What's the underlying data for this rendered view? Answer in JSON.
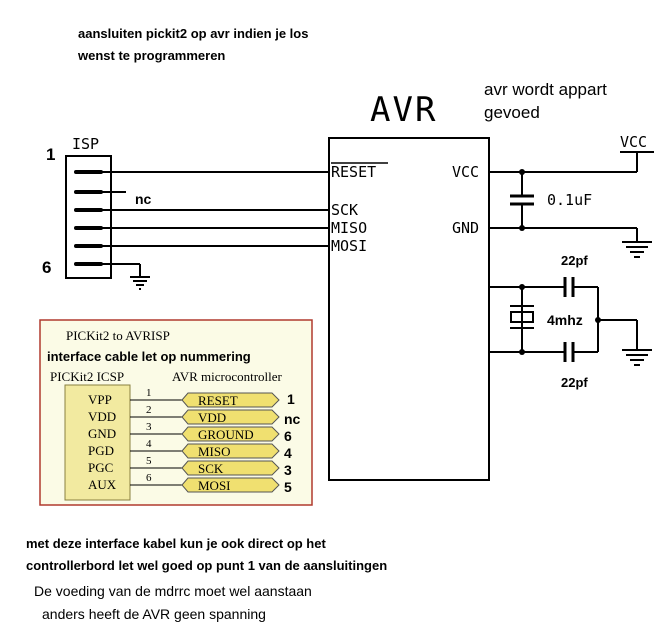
{
  "notes": {
    "top_line1": "aansluiten pickit2 op avr indien je los",
    "top_line2": "wenst te programmeren",
    "power_line1": "avr wordt appart",
    "power_line2": "gevoed",
    "bottom_line1": "met deze interface kabel kun je ook direct op het",
    "bottom_line2": "controllerbord let wel goed op punt 1 van de aansluitingen",
    "bottom_line3": "De voeding van de mdrrc moet wel aanstaan",
    "bottom_line4": "anders heeft de AVR geen spanning"
  },
  "isp": {
    "title": "ISP",
    "pin_first": "1",
    "pin_last": "6",
    "nc_label": "nc"
  },
  "avr": {
    "title": "AVR",
    "pins_left": [
      "RESET",
      "SCK",
      "MISO",
      "MOSI"
    ],
    "pins_right": [
      "VCC",
      "GND"
    ]
  },
  "power": {
    "vcc_label": "VCC",
    "cap_label": "0.1uF"
  },
  "crystal": {
    "freq": "4mhz",
    "cap_top": "22pf",
    "cap_bottom": "22pf"
  },
  "adapter": {
    "title": "PICKit2 to AVRISP",
    "subtitle": "interface cable let op nummering",
    "left_header": "PICKit2 ICSP",
    "right_header": "AVR microcontroller",
    "rows": [
      {
        "pk": "VPP",
        "num": "1",
        "avr": "RESET",
        "isp": "1"
      },
      {
        "pk": "VDD",
        "num": "2",
        "avr": "VDD",
        "isp": "nc"
      },
      {
        "pk": "GND",
        "num": "3",
        "avr": "GROUND",
        "isp": "6"
      },
      {
        "pk": "PGD",
        "num": "4",
        "avr": "MISO",
        "isp": "4"
      },
      {
        "pk": "PGC",
        "num": "5",
        "avr": "SCK",
        "isp": "3"
      },
      {
        "pk": "AUX",
        "num": "6",
        "avr": "MOSI",
        "isp": "5"
      }
    ]
  },
  "colors": {
    "adapter_border": "#b03a2e",
    "adapter_fill": "#fbfbe6",
    "pk_box": "#f2eaa0",
    "arrow_fill": "#f0e070"
  }
}
